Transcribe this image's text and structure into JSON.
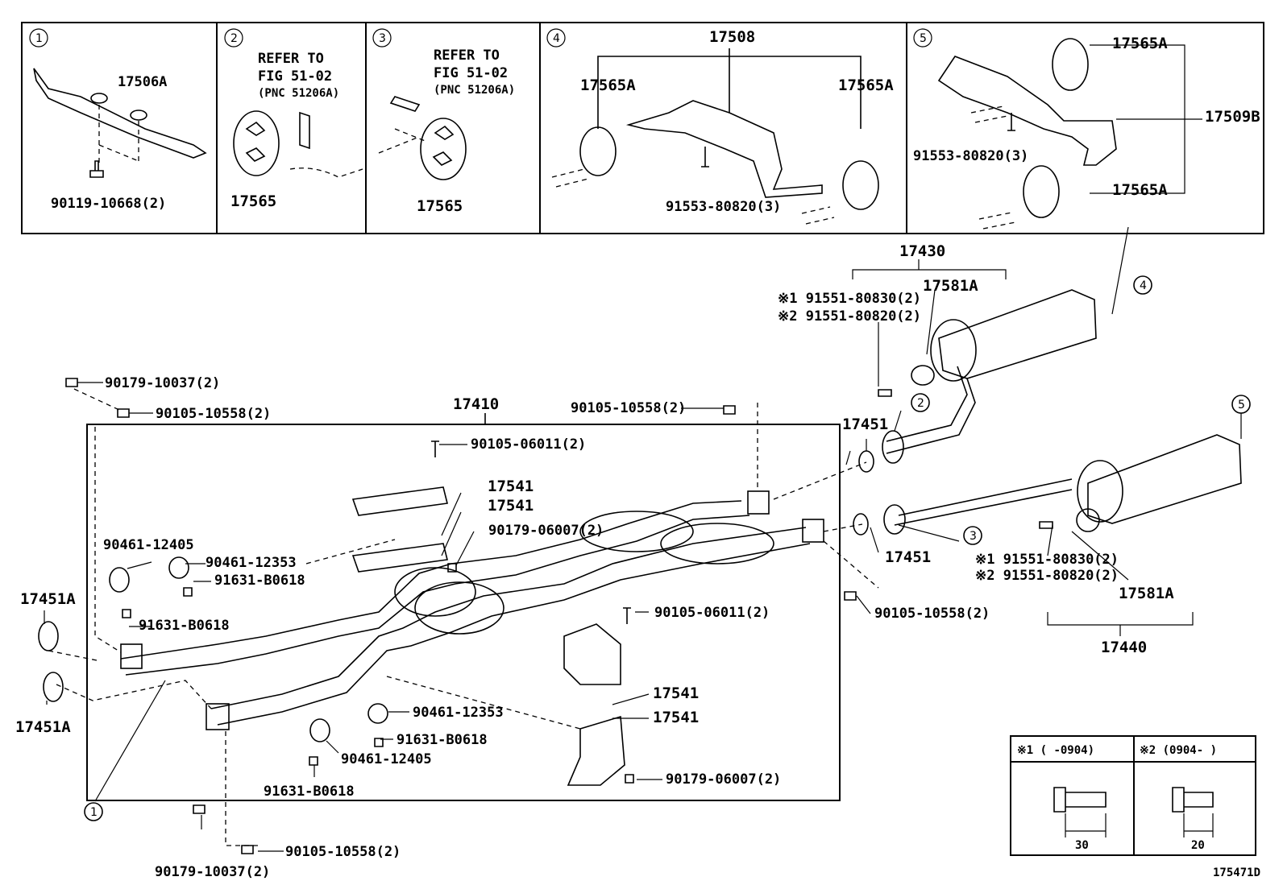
{
  "insets": [
    {
      "marker": "1",
      "parts": [
        "17506A",
        "90119-10668(2)"
      ]
    },
    {
      "marker": "2",
      "refer_line1": "REFER TO",
      "refer_line2": "FIG 51-02",
      "refer_line3": "(PNC 51206A)",
      "parts": [
        "17565"
      ]
    },
    {
      "marker": "3",
      "refer_line1": "REFER TO",
      "refer_line2": "FIG 51-02",
      "refer_line3": "(PNC 51206A)",
      "parts": [
        "17565"
      ]
    },
    {
      "marker": "4",
      "parts": [
        "17508",
        "17565A",
        "17565A",
        "91553-80820(3)"
      ]
    },
    {
      "marker": "5",
      "parts": [
        "17565A",
        "17509B",
        "91553-80820(3)",
        "17565A"
      ]
    }
  ],
  "main": {
    "assembly_front": "17410",
    "assembly_rear_upper": "17430",
    "assembly_rear_lower": "17440",
    "labels": {
      "nut_top_left": "90179-10037(2)",
      "bolt_top_left": "90105-10558(2)",
      "bolt_top_center": "90105-10558(2)",
      "bolt_cover_top": "90105-06011(2)",
      "insulator_a": "17541",
      "insulator_b": "17541",
      "nut_cover_top": "90179-06007(2)",
      "clamp_left_a": "90461-12405",
      "clamp_left_b": "90461-12353",
      "screw_left_a": "91631-B0618",
      "screw_left_b": "91631-B0618",
      "gasket_left_a": "17451A",
      "gasket_left_b": "17451A",
      "bolt_cover_bottom": "90105-06011(2)",
      "insulator_c": "17541",
      "insulator_d": "17541",
      "nut_cover_bottom": "90179-06007(2)",
      "clamp_bottom_a": "90461-12353",
      "screw_bottom_a": "91631-B0618",
      "clamp_bottom_b": "90461-12405",
      "screw_bottom_b": "91631-B0618",
      "bolt_bottom": "90105-10558(2)",
      "nut_bottom": "90179-10037(2)",
      "gasket_mid_upper": "17451",
      "gasket_mid_lower": "17451",
      "bolt_right_mid": "90105-10558(2)",
      "clamp_upper": "17581A",
      "bolt_upper_1": "※1 91551-80830(2)",
      "bolt_upper_2": "※2 91551-80820(2)",
      "bolt_lower_1": "※1 91551-80830(2)",
      "bolt_lower_2": "※2 91551-80820(2)",
      "clamp_lower": "17581A"
    },
    "markers": {
      "m1": "1",
      "m2": "2",
      "m3": "3",
      "m4": "4",
      "m5": "5"
    }
  },
  "legend": {
    "col1_header": "※1 (     -0904)",
    "col2_header": "※2 (0904-     )",
    "col1_dim": "30",
    "col2_dim": "20"
  },
  "figure_code": "175471D"
}
